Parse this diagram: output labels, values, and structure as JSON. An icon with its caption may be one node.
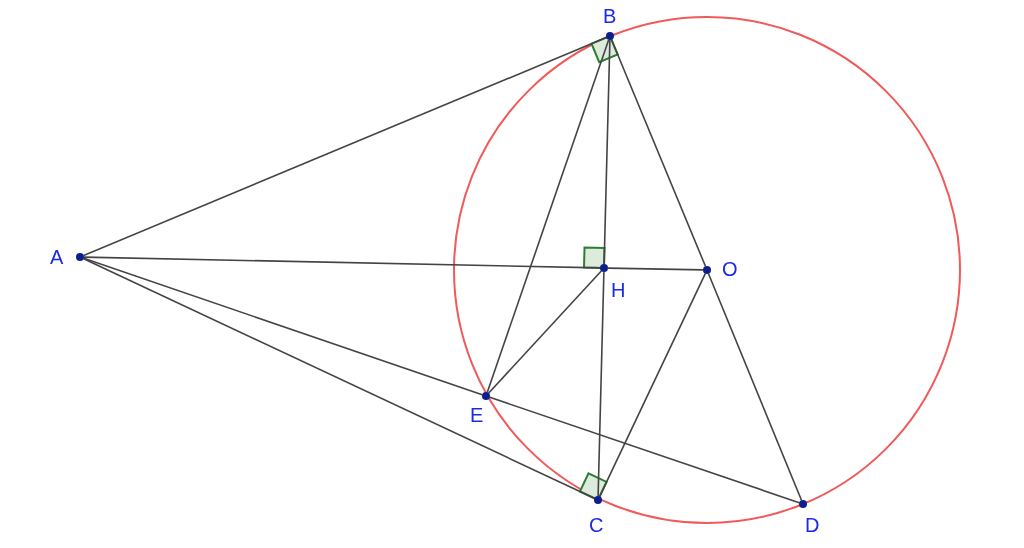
{
  "diagram": {
    "nodes": [
      {
        "text": [],
        "shape": "circle",
        "beside": [
          "B"
        ]
      },
      {
        "text": [],
        "shape": "circle",
        "beside": [
          "A"
        ]
      },
      {
        "text": [],
        "shape": "circle",
        "beside": [
          "H"
        ]
      },
      {
        "text": [],
        "shape": "circle",
        "beside": [
          "O"
        ]
      },
      {
        "text": [],
        "shape": "circle",
        "beside": [
          "E"
        ]
      },
      {
        "text": [],
        "shape": "circle",
        "beside": [
          "C"
        ]
      },
      {
        "text": [],
        "shape": "circle",
        "beside": [
          "D"
        ]
      }
    ],
    "edges": [
      {
        "from": 1,
        "to": 0,
        "arrow": "none"
      },
      {
        "from": 1,
        "to": 2,
        "arrow": "none"
      },
      {
        "from": 2,
        "to": 3,
        "arrow": "none"
      },
      {
        "from": 1,
        "to": 4,
        "arrow": "none"
      },
      {
        "from": 4,
        "to": 6,
        "arrow": "none"
      },
      {
        "from": 1,
        "to": 5,
        "arrow": "none"
      },
      {
        "from": 0,
        "to": 4,
        "arrow": "none"
      },
      {
        "from": 0,
        "to": 2,
        "arrow": "none"
      },
      {
        "from": 2,
        "to": 5,
        "arrow": "none"
      },
      {
        "from": 0,
        "to": 3,
        "arrow": "none"
      },
      {
        "from": 3,
        "to": 6,
        "arrow": "none"
      },
      {
        "from": 4,
        "to": 2,
        "arrow": "none"
      },
      {
        "from": 3,
        "to": 5,
        "arrow": "none"
      }
    ]
  }
}
